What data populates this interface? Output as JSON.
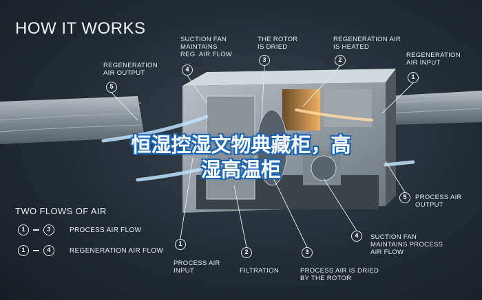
{
  "title": "HOW IT WORKS",
  "overlay_lines": [
    "恒湿控湿文物典藏柜，高",
    "湿高温柜"
  ],
  "callouts_top": [
    {
      "num": "5",
      "text": "REGENERATION\nAIR OUTPUT"
    },
    {
      "num": "4",
      "text": "SUCTION FAN\nMAINTAINS\nREG. AIR FLOW"
    },
    {
      "num": "3",
      "text": "THE ROTOR\nIS DRIED"
    },
    {
      "num": "2",
      "text": "REGENERATION AIR\nIS HEATED"
    },
    {
      "num": "1",
      "text": "REGENERATION\nAIR INPUT"
    }
  ],
  "callouts_bottom": [
    {
      "num": "1",
      "text": "PROCESS AIR\nINPUT"
    },
    {
      "num": "2",
      "text": "FILTRATION"
    },
    {
      "num": "3",
      "text": "PROCESS AIR IS DRIED\nBY THE ROTOR"
    },
    {
      "num": "4",
      "text": "SUCTION FAN\nMAINTAINS PROCESS\nAIR FLOW"
    },
    {
      "num": "5",
      "text": "PROCESS AIR\nOUTPUT"
    }
  ],
  "legend": {
    "title": "TWO FLOWS OF AIR",
    "rows": [
      {
        "from": "1",
        "to": "3",
        "label": "PROCESS AIR FLOW"
      },
      {
        "from": "1",
        "to": "4",
        "label": "REGENERATION AIR FLOW"
      }
    ]
  },
  "colors": {
    "background": "#232b33",
    "text": "#e6eaee",
    "overlay_glow": "#1f6fc4",
    "heater": "#e8a85a",
    "airflow": "#bfe3ff"
  }
}
